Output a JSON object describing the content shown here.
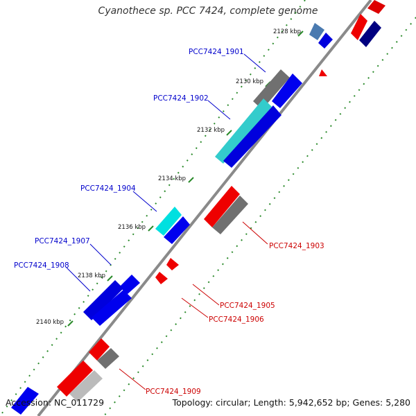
{
  "title": "Cyanothece sp. PCC 7424, complete genome",
  "footer": {
    "accession": "Accession: NC_011729",
    "info": "Topology: circular; Length: 5,942,652 bp; Genes: 5,280"
  },
  "ticks": {
    "kbp_2128": "2128 kbp",
    "kbp_2130": "2130 kbp",
    "kbp_2132": "2132 kbp",
    "kbp_2134": "2134 kbp",
    "kbp_2136": "2136 kbp",
    "kbp_2138": "2138 kbp",
    "kbp_2140": "2140 kbp"
  },
  "labels": {
    "g1901": "PCC7424_1901",
    "g1902": "PCC7424_1902",
    "g1903": "PCC7424_1903",
    "g1904": "PCC7424_1904",
    "g1905": "PCC7424_1905",
    "g1906": "PCC7424_1906",
    "g1907": "PCC7424_1907",
    "g1908": "PCC7424_1908",
    "g1909": "PCC7424_1909"
  },
  "colors": {
    "forward_label": "#0000cc",
    "reverse_label": "#cc0000",
    "backbone": "#8a8a8a"
  }
}
